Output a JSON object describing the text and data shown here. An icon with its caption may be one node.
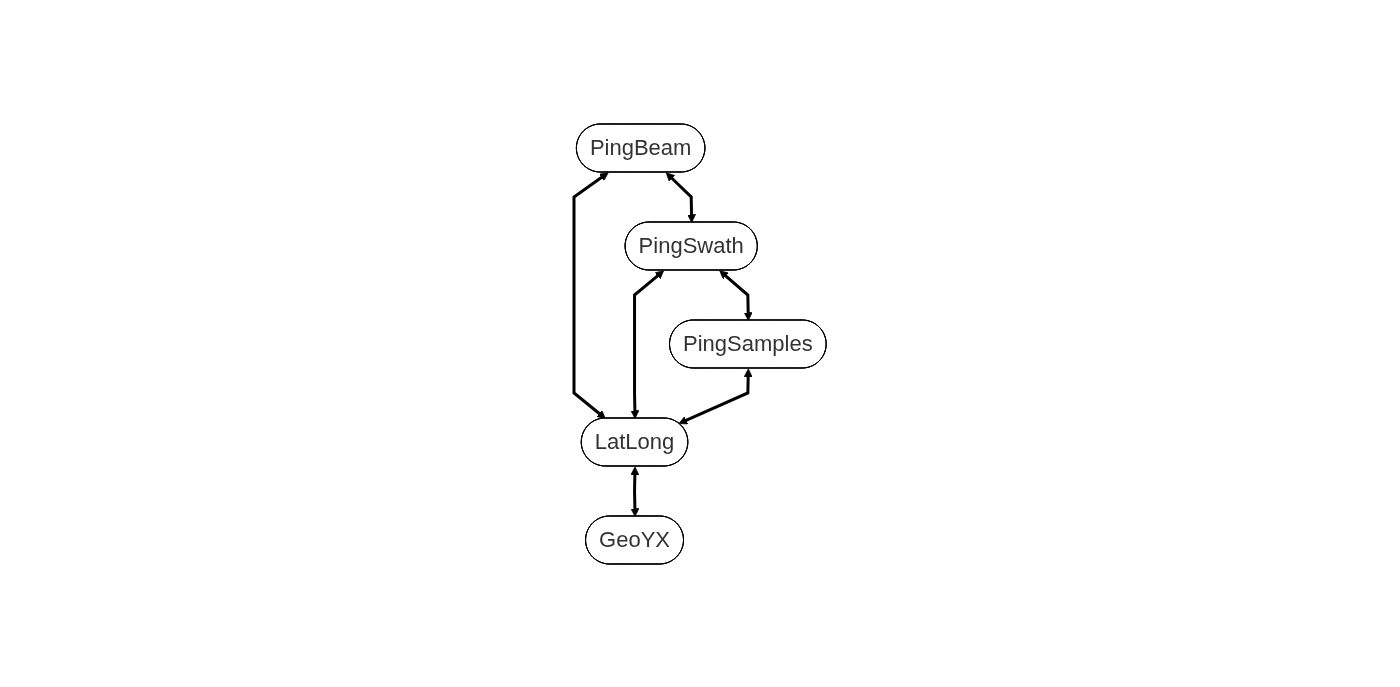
{
  "diagram": {
    "nodes": [
      {
        "text": [
          "PingBeam"
        ]
      },
      {
        "text": [
          "PingSwath"
        ]
      },
      {
        "text": [
          "PingSamples"
        ]
      },
      {
        "text": [
          "LatLong"
        ]
      },
      {
        "text": [
          "GeoYX"
        ]
      }
    ],
    "edges": [
      {
        "from": 0,
        "to": 1,
        "arrow": "both"
      },
      {
        "from": 1,
        "to": 2,
        "arrow": "both"
      },
      {
        "from": 0,
        "to": 3,
        "arrow": "both"
      },
      {
        "from": 1,
        "to": 3,
        "arrow": "both"
      },
      {
        "from": 2,
        "to": 3,
        "arrow": "both"
      },
      {
        "from": 3,
        "to": 4,
        "arrow": "both"
      }
    ]
  }
}
